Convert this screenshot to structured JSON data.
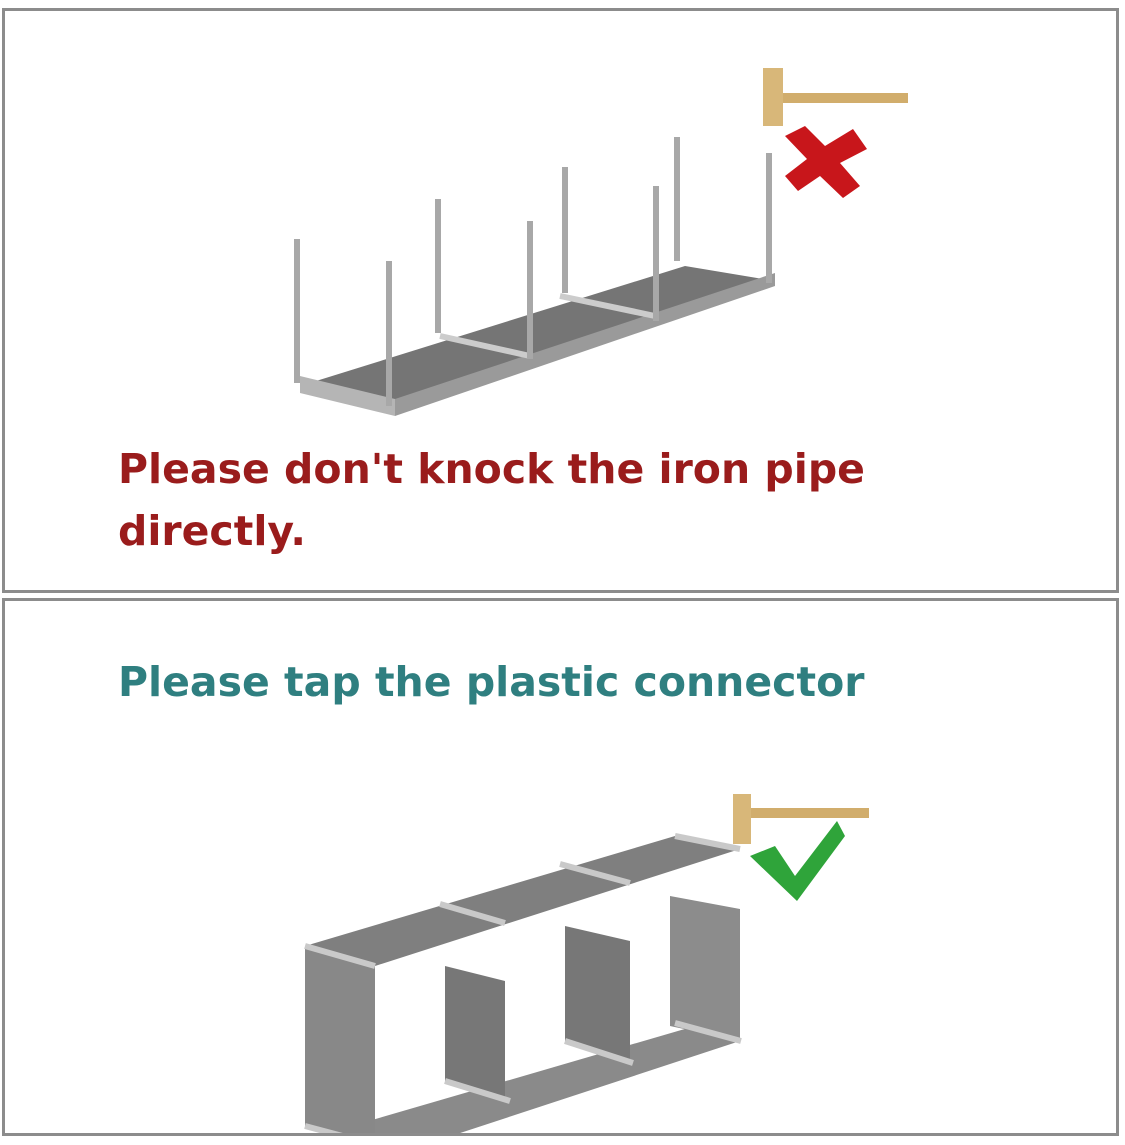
{
  "panels": [
    {
      "caption": "Please don't knock the iron pipe directly.",
      "verdict": "wrong",
      "mark_color": "#c8161b"
    },
    {
      "caption": "Please tap the plastic connector",
      "verdict": "correct",
      "mark_color": "#2fa43a"
    }
  ],
  "colors": {
    "wrong_text": "#9a1c1c",
    "correct_text": "#2f7f80",
    "fabric": "#7d7d7d",
    "hammer": "#d8b779"
  }
}
